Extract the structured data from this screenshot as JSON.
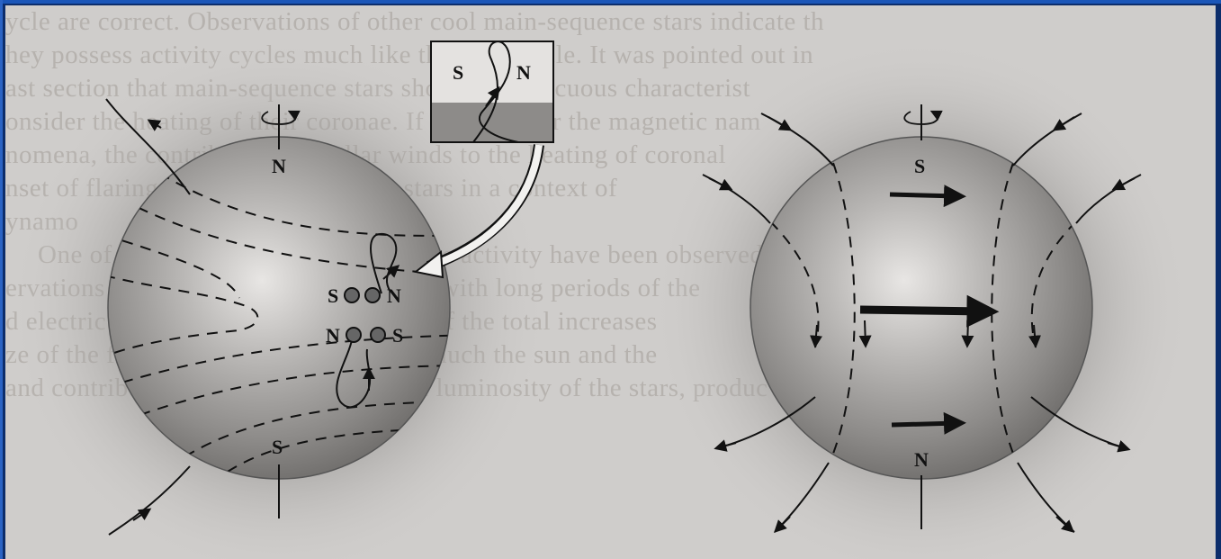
{
  "background_text": [
    "ycle are correct.  Observations of other cool main-sequence stars indicate th",
    "hey possess activity cycles much like the solar cycle.  It was pointed out in",
    "ast section that main-sequence stars show a conspicuous characterist",
    "onsider the heating of their coronae.  If we consider the magnetic nam",
    "nomena, the contribution of stellar winds to the heating of coronal",
    "nset of flaring activity for low-mass stars in a context of",
    "ynamo",
    "One of the manifestations of magnetic activity have been observed in a series of",
    "ervations is the variability of flare stars with long periods of the",
    "d electric fields, and rapid fluctuations of the total increases",
    "ze of the flare they are to occur on the much the sun and the",
    "and contribute significantly to the total luminosity of the stars, produc"
  ],
  "left_figure": {
    "pole_top": "N",
    "pole_bottom": "S",
    "spot_pair_upper": [
      "S",
      "N"
    ],
    "spot_pair_lower": [
      "N",
      "S"
    ],
    "inset_labels": [
      "S",
      "N"
    ]
  },
  "right_figure": {
    "pole_top": "S",
    "pole_bottom": "N"
  },
  "colors": {
    "slide_background": "#0c2d6b",
    "frame_accent": "#1b56b8",
    "paper": "#cfcdcb",
    "ink": "#111111"
  }
}
